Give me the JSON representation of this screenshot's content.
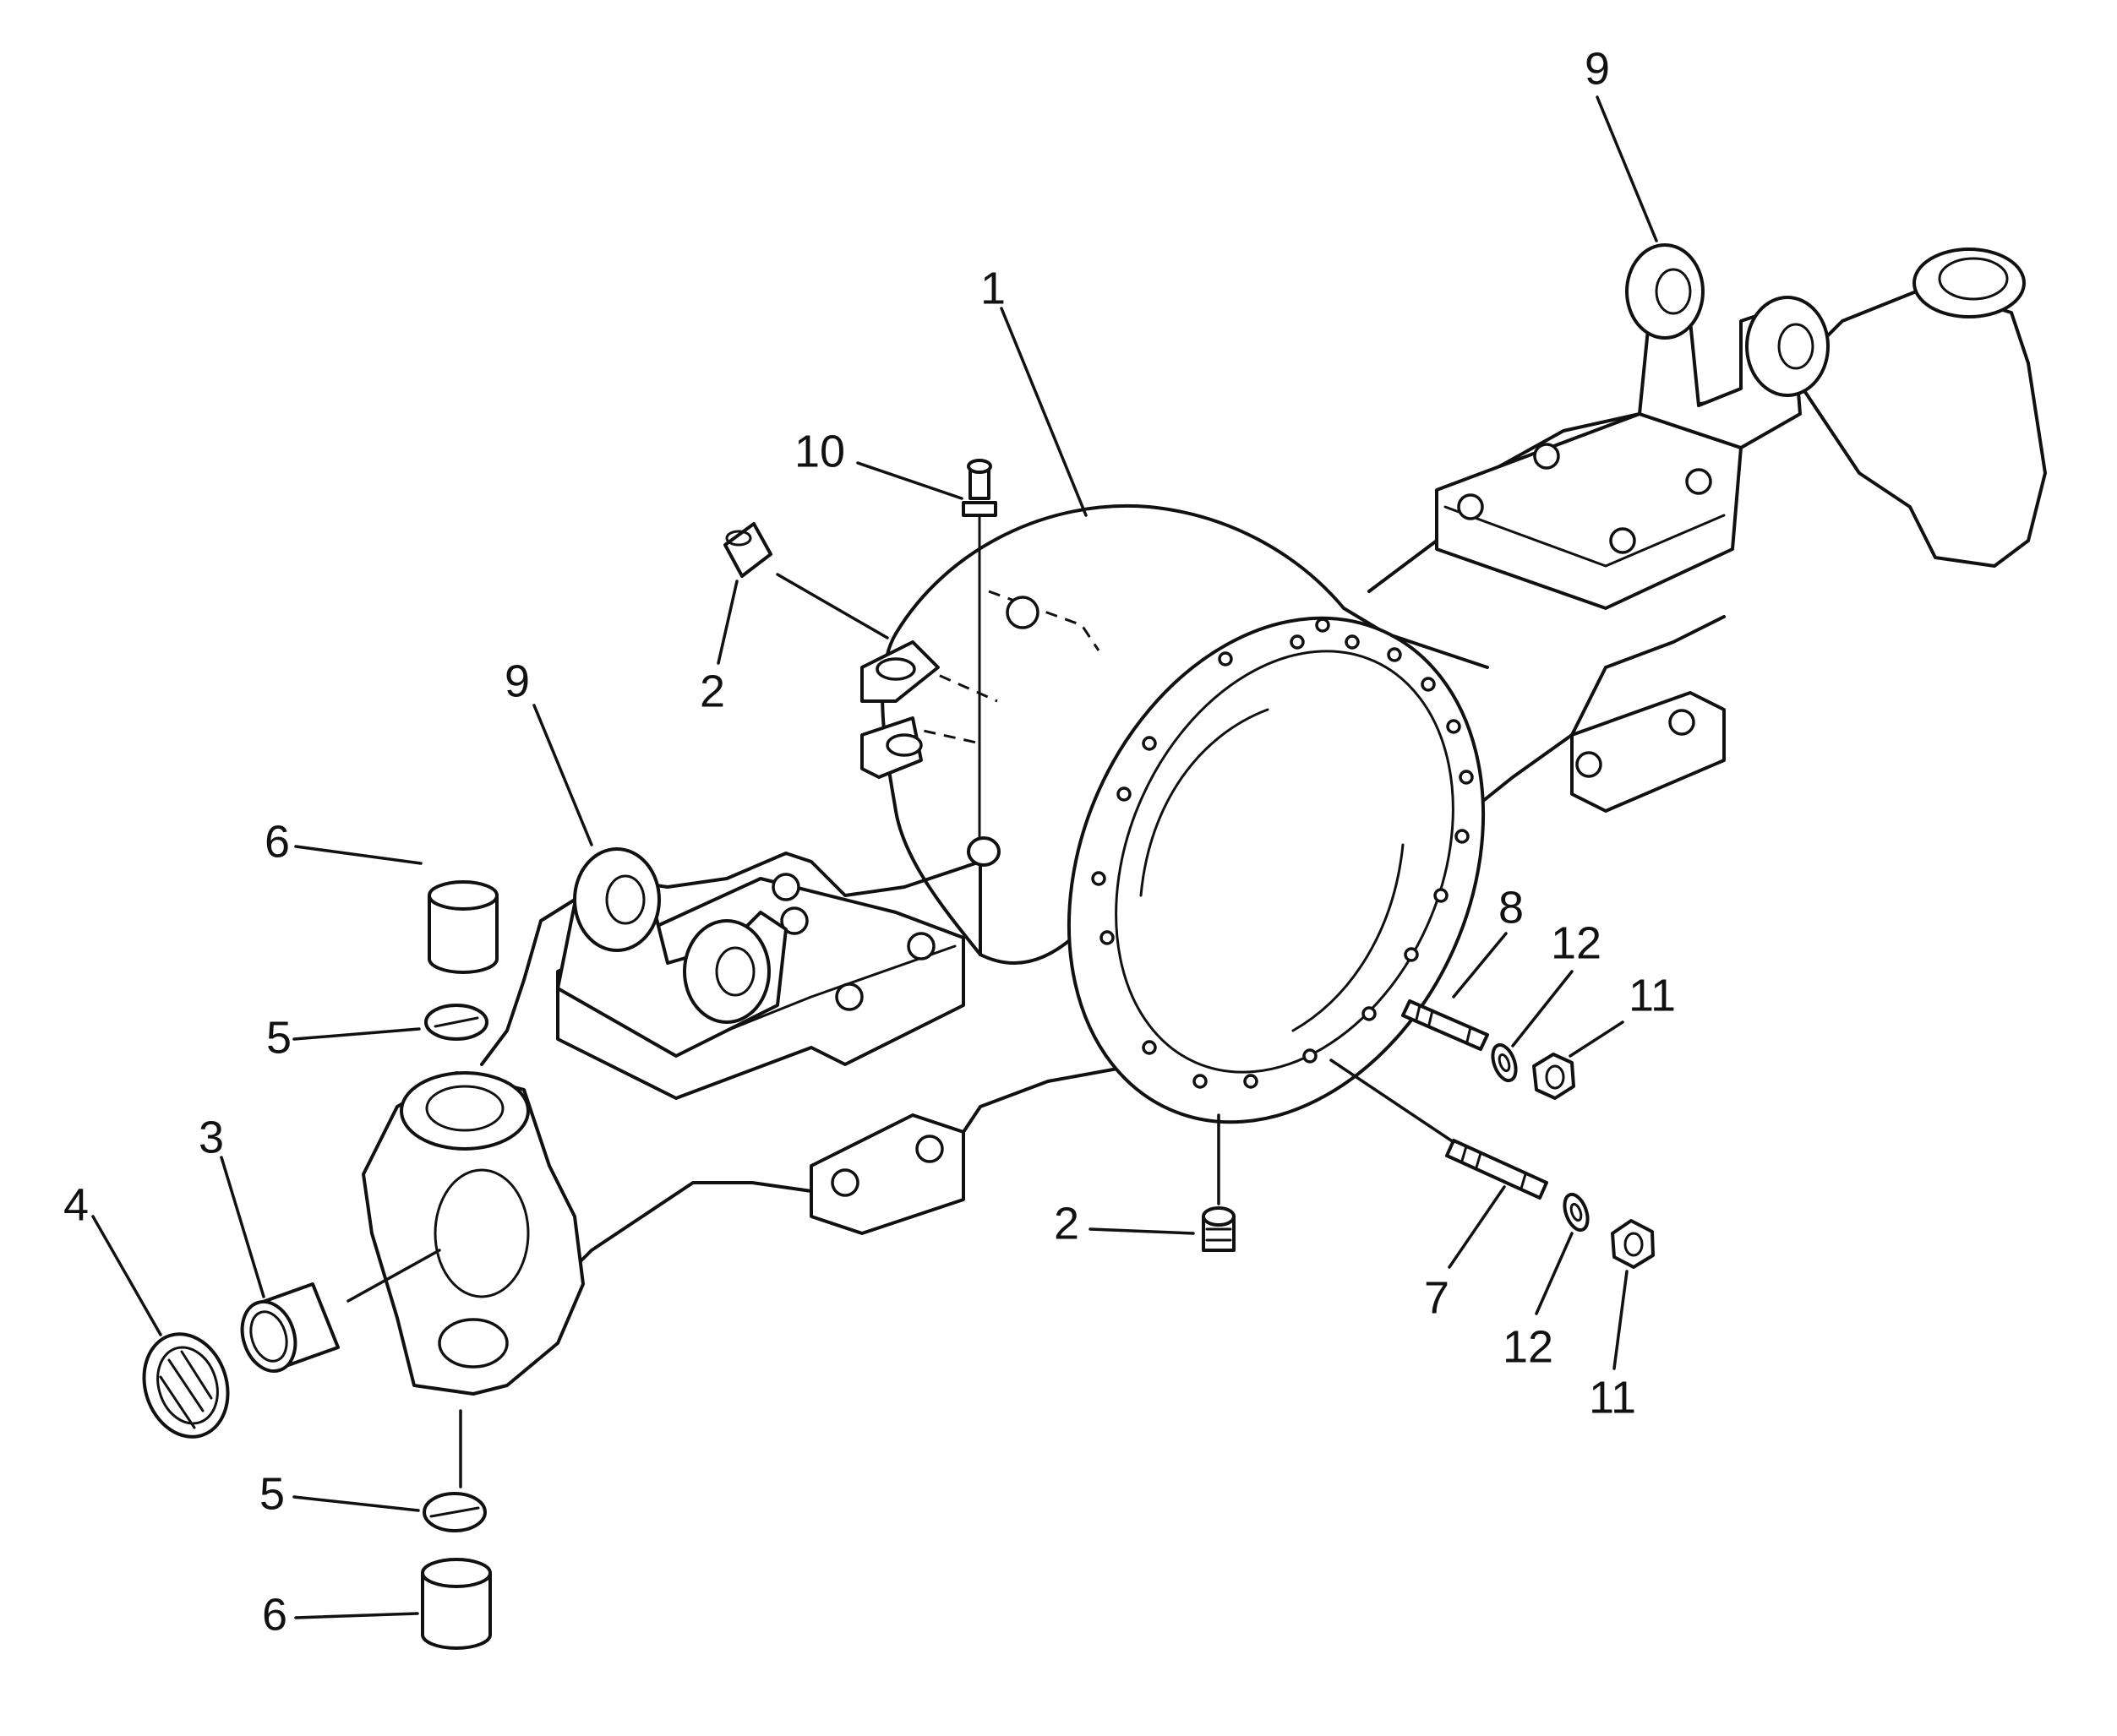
{
  "diagram": {
    "callouts": [
      {
        "id": "c1",
        "label": "1"
      },
      {
        "id": "c2a",
        "label": "2"
      },
      {
        "id": "c2b",
        "label": "2"
      },
      {
        "id": "c3",
        "label": "3"
      },
      {
        "id": "c4",
        "label": "4"
      },
      {
        "id": "c5a",
        "label": "5"
      },
      {
        "id": "c5b",
        "label": "5"
      },
      {
        "id": "c6a",
        "label": "6"
      },
      {
        "id": "c6b",
        "label": "6"
      },
      {
        "id": "c7",
        "label": "7"
      },
      {
        "id": "c8",
        "label": "8"
      },
      {
        "id": "c9a",
        "label": "9"
      },
      {
        "id": "c9b",
        "label": "9"
      },
      {
        "id": "c10",
        "label": "10"
      },
      {
        "id": "c11a",
        "label": "11"
      },
      {
        "id": "c11b",
        "label": "11"
      },
      {
        "id": "c12a",
        "label": "12"
      },
      {
        "id": "c12b",
        "label": "12"
      }
    ]
  }
}
